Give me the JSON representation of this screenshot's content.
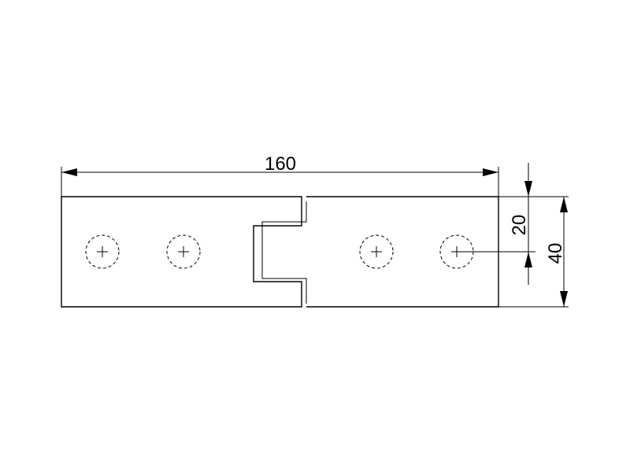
{
  "dimensions": {
    "overall_length": "160",
    "hole_offset": "20",
    "overall_height": "40"
  },
  "colors": {
    "line": "#000000",
    "background": "#ffffff"
  }
}
